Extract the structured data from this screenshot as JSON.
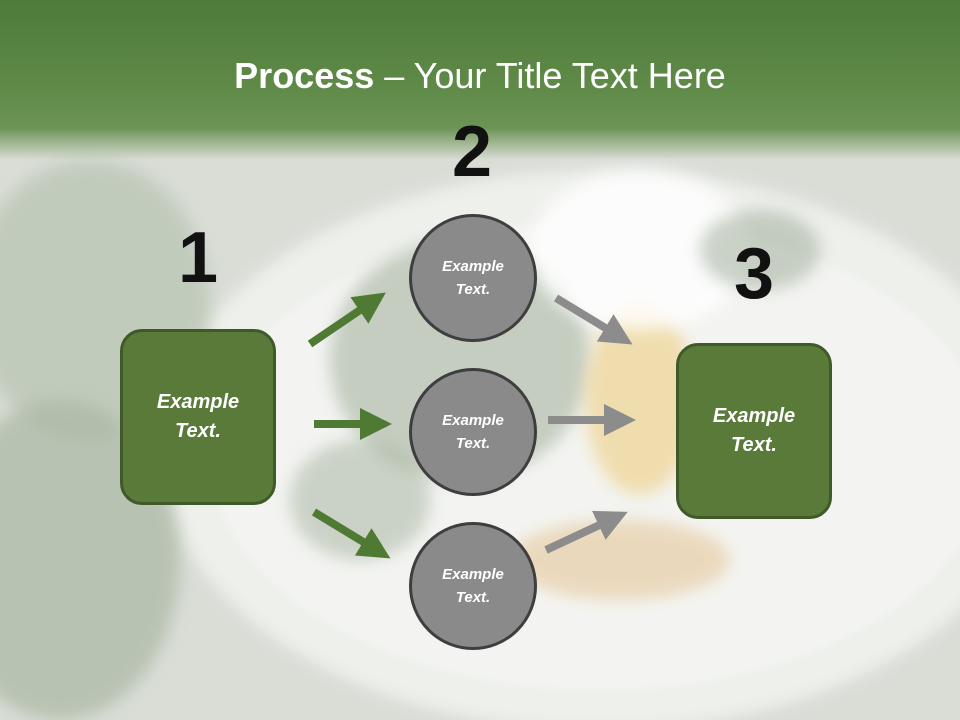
{
  "slide": {
    "title_bold": "Process",
    "title_rest": " – Your Title Text Here"
  },
  "steps": {
    "step1": {
      "number": "1",
      "label_line1": "Example",
      "label_line2": "Text."
    },
    "step2": {
      "number": "2"
    },
    "step3": {
      "number": "3",
      "label_line1": "Example",
      "label_line2": "Text."
    }
  },
  "circles": [
    {
      "label_line1": "Example",
      "label_line2": "Text."
    },
    {
      "label_line1": "Example",
      "label_line2": "Text."
    },
    {
      "label_line1": "Example",
      "label_line2": "Text."
    }
  ],
  "colors": {
    "header_green": "#5f8a48",
    "box_green": "#5a7a3a",
    "circle_gray": "#8a8a8a",
    "arrow_green": "#4f7a34",
    "arrow_gray": "#8c8c8c"
  }
}
